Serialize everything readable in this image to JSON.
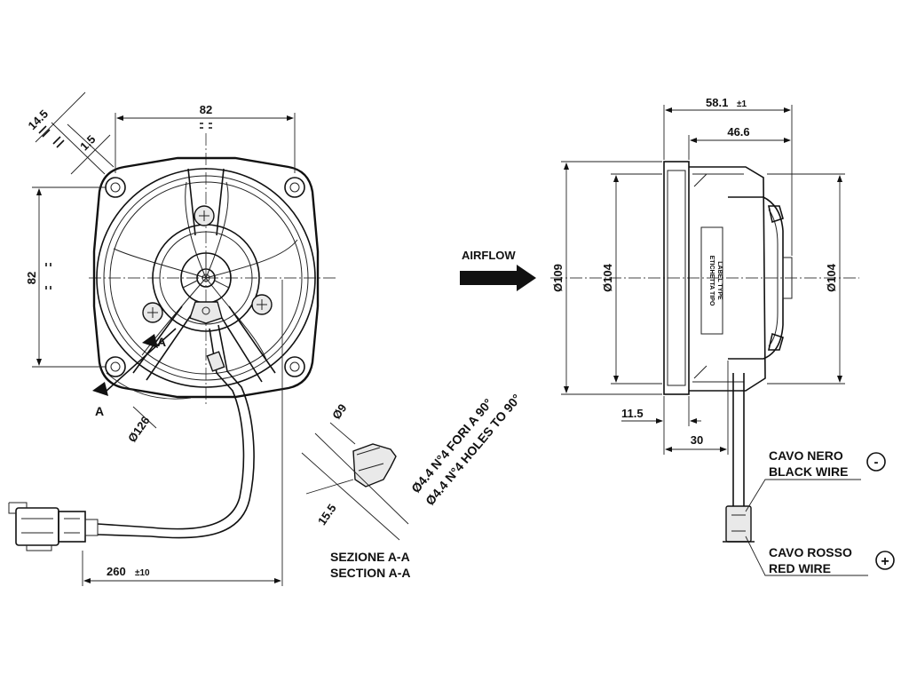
{
  "front_view": {
    "dim_top_width": "82",
    "dim_left_height": "82",
    "dim_angled_outer": "14.5",
    "dim_angled_inner": "1.5",
    "dim_diameter": "Ø126",
    "section_marker_a": "A",
    "section_marker_a2": "A",
    "cable_length_value": "260",
    "cable_length_tol": "±10"
  },
  "section_view": {
    "dim_hole": "Ø9",
    "dim_height": "15.5",
    "note_it": "Ø4.4 N°4 FORI A 90°",
    "note_en": "Ø4.4 N°4 HOLES TO 90°",
    "caption_it": "SEZIONE A-A",
    "caption_en": "SECTION A-A"
  },
  "airflow": {
    "label": "AIRFLOW"
  },
  "side_view": {
    "dim_total_depth_value": "58.1",
    "dim_total_depth_tol": "±1",
    "dim_motor_depth": "46.6",
    "dim_dia_outer": "Ø109",
    "dim_dia_inner": "Ø104",
    "dim_dia_right": "Ø104",
    "dim_flange": "11.5",
    "dim_body": "30",
    "label_line1": "ETICHETTA TIPO",
    "label_line2": "LABEL TYPE"
  },
  "wires": {
    "black_it": "CAVO NERO",
    "black_en": "BLACK WIRE",
    "black_symbol": "-",
    "red_it": "CAVO ROSSO",
    "red_en": "RED WIRE",
    "red_symbol": "+"
  }
}
